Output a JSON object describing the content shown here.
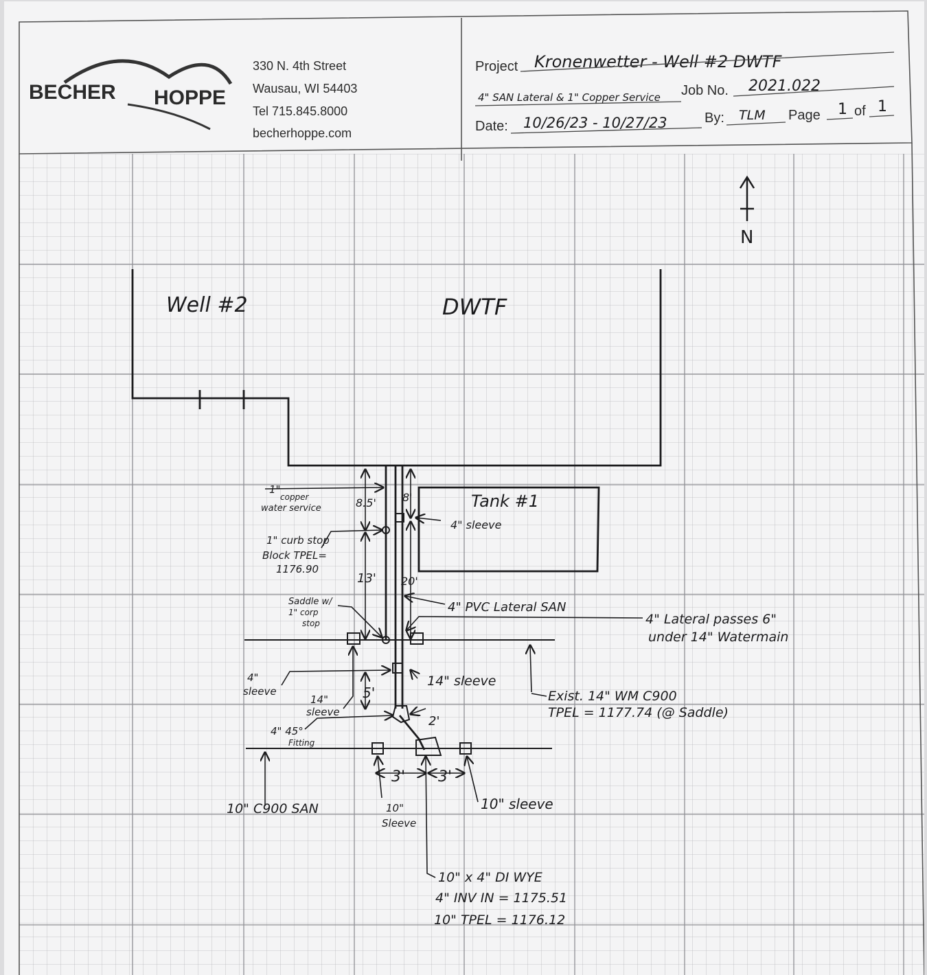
{
  "company": {
    "name_left": "BECHER",
    "name_right": "HOPPE",
    "address": "330 N. 4th Street",
    "city": "Wausau, WI 54403",
    "phone": "Tel 715.845.8000",
    "website": "becherhoppe.com"
  },
  "title_block": {
    "project_label": "Project",
    "project_value": "Kronenwetter - Well #2 DWTF",
    "subject_value": "4\" SAN Lateral & 1\" Copper Service",
    "job_label": "Job No.",
    "job_value": "2021.022",
    "date_label": "Date:",
    "date_value": "10/26/23 - 10/27/23",
    "by_label": "By:",
    "by_value": "TLM",
    "page_label": "Page",
    "page_value": "1",
    "of_label": "of",
    "of_value": "1"
  },
  "north": {
    "letter": "N"
  },
  "buildings": {
    "well": "Well #2",
    "dwtf": "DWTF",
    "tank": "Tank #1"
  },
  "labels": {
    "copper_service_1": "1\"",
    "copper_service_2": "copper",
    "copper_service_3": "water service",
    "dim_85": "8.5'",
    "dim_8": "8'",
    "sleeve_4_top": "4\" sleeve",
    "curb_stop_1": "1\" curb stop",
    "curb_stop_2": "Block TPEL=",
    "curb_stop_3": "1176.90",
    "dim_13": "13'",
    "dim_20": "20'",
    "saddle_1": "Saddle w/",
    "saddle_2": "1\" corp",
    "saddle_3": "stop",
    "pvc_lateral": "4\" PVC Lateral SAN",
    "lateral_note_1": "4\" Lateral passes 6\"",
    "lateral_note_2": "under 14\" Watermain",
    "sleeve_4_left_1": "4\"",
    "sleeve_4_left_2": "sleeve",
    "sleeve_14_right": "14\" sleeve",
    "sleeve_14_left_1": "14\"",
    "sleeve_14_left_2": "sleeve",
    "dim_5": "5'",
    "wm_1": "Exist. 14\" WM C900",
    "wm_2": "TPEL = 1177.74 (@ Saddle)",
    "fitting_1": "4\" 45°",
    "fitting_2": "Fitting",
    "dim_2": "2'",
    "dim_3a": "3'",
    "dim_3b": "3'",
    "san_10": "10\" C900 SAN",
    "sleeve_10_left_1": "10\"",
    "sleeve_10_left_2": "Sleeve",
    "sleeve_10_right": "10\" sleeve",
    "wye_1": "10\" x 4\" DI WYE",
    "wye_2": "4\" INV IN = 1175.51",
    "wye_3": "10\" TPEL = 1176.12"
  }
}
